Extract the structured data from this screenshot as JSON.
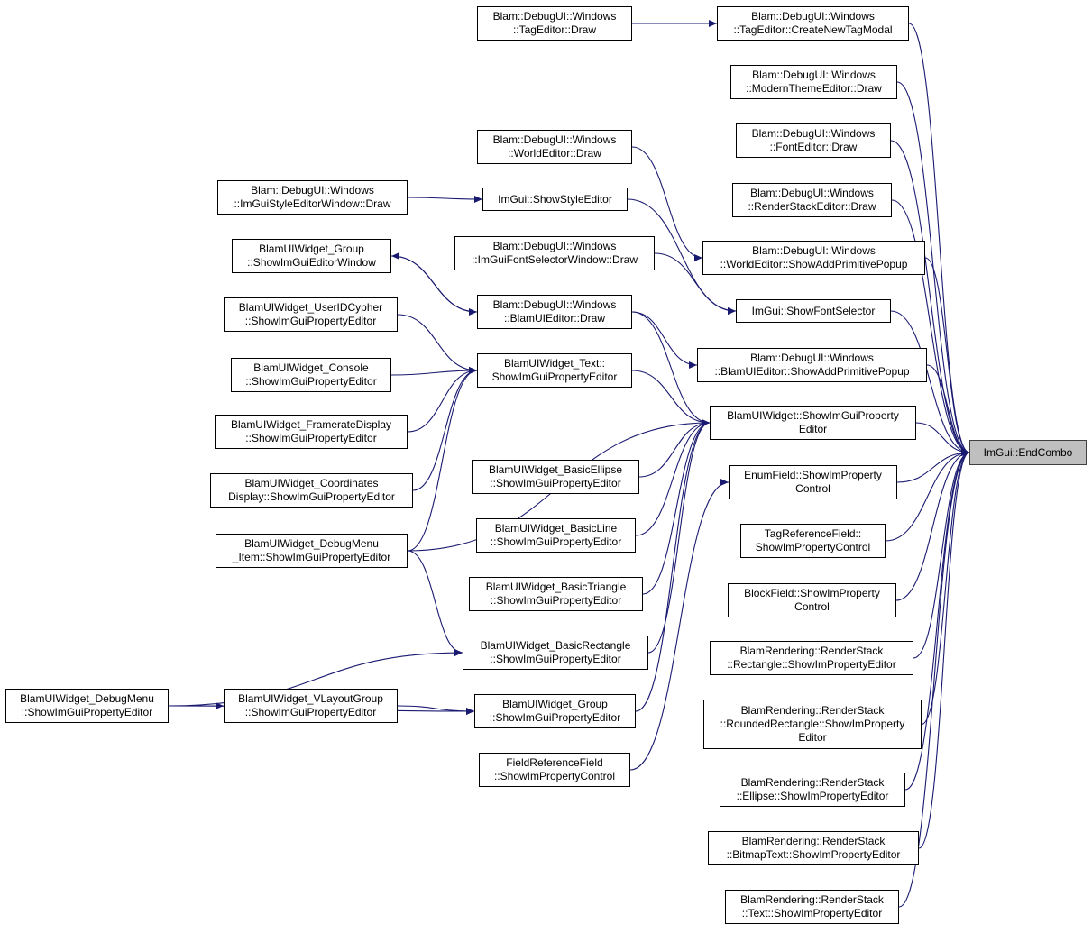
{
  "colors": {
    "edge": "#191970",
    "node_border": "#000000",
    "target_fill": "#bfbfbf"
  },
  "target": {
    "id": "endcombo",
    "lines": [
      "ImGui::EndCombo"
    ]
  },
  "nodes": [
    {
      "id": "tageditor_draw",
      "lines": [
        "Blam::DebugUI::Windows",
        "::TagEditor::Draw"
      ]
    },
    {
      "id": "tageditor_modal",
      "lines": [
        "Blam::DebugUI::Windows",
        "::TagEditor::CreateNewTagModal"
      ]
    },
    {
      "id": "modern_theme",
      "lines": [
        "Blam::DebugUI::Windows",
        "::ModernThemeEditor::Draw"
      ]
    },
    {
      "id": "font_editor",
      "lines": [
        "Blam::DebugUI::Windows",
        "::FontEditor::Draw"
      ]
    },
    {
      "id": "world_editor_draw",
      "lines": [
        "Blam::DebugUI::Windows",
        "::WorldEditor::Draw"
      ]
    },
    {
      "id": "renderstack_editor",
      "lines": [
        "Blam::DebugUI::Windows",
        "::RenderStackEditor::Draw"
      ]
    },
    {
      "id": "imgui_style_window",
      "lines": [
        "Blam::DebugUI::Windows",
        "::ImGuiStyleEditorWindow::Draw"
      ]
    },
    {
      "id": "show_style_editor",
      "lines": [
        "ImGui::ShowStyleEditor"
      ]
    },
    {
      "id": "world_editor_popup",
      "lines": [
        "Blam::DebugUI::Windows",
        "::WorldEditor::ShowAddPrimitivePopup"
      ]
    },
    {
      "id": "group_editor_window",
      "lines": [
        "BlamUIWidget_Group",
        "::ShowImGuiEditorWindow"
      ]
    },
    {
      "id": "font_selector_window",
      "lines": [
        "Blam::DebugUI::Windows",
        "::ImGuiFontSelectorWindow::Draw"
      ]
    },
    {
      "id": "show_font_selector",
      "lines": [
        "ImGui::ShowFontSelector"
      ]
    },
    {
      "id": "userid_cypher",
      "lines": [
        "BlamUIWidget_UserIDCypher",
        "::ShowImGuiPropertyEditor"
      ]
    },
    {
      "id": "blamui_editor_draw",
      "lines": [
        "Blam::DebugUI::Windows",
        "::BlamUIEditor::Draw"
      ]
    },
    {
      "id": "blamui_editor_popup",
      "lines": [
        "Blam::DebugUI::Windows",
        "::BlamUIEditor::ShowAddPrimitivePopup"
      ]
    },
    {
      "id": "console",
      "lines": [
        "BlamUIWidget_Console",
        "::ShowImGuiPropertyEditor"
      ]
    },
    {
      "id": "text",
      "lines": [
        "BlamUIWidget_Text::",
        "ShowImGuiPropertyEditor"
      ]
    },
    {
      "id": "widget_editor",
      "lines": [
        "BlamUIWidget::ShowImGuiProperty",
        "Editor"
      ]
    },
    {
      "id": "framerate",
      "lines": [
        "BlamUIWidget_FramerateDisplay",
        "::ShowImGuiPropertyEditor"
      ]
    },
    {
      "id": "basic_ellipse",
      "lines": [
        "BlamUIWidget_BasicEllipse",
        "::ShowImGuiPropertyEditor"
      ]
    },
    {
      "id": "enumfield",
      "lines": [
        "EnumField::ShowImProperty",
        "Control"
      ]
    },
    {
      "id": "coordinates",
      "lines": [
        "BlamUIWidget_Coordinates",
        "Display::ShowImGuiPropertyEditor"
      ]
    },
    {
      "id": "basic_line",
      "lines": [
        "BlamUIWidget_BasicLine",
        "::ShowImGuiPropertyEditor"
      ]
    },
    {
      "id": "tagreference",
      "lines": [
        "TagReferenceField::",
        "ShowImPropertyControl"
      ]
    },
    {
      "id": "debugmenu_item",
      "lines": [
        "BlamUIWidget_DebugMenu",
        "_Item::ShowImGuiPropertyEditor"
      ]
    },
    {
      "id": "basic_triangle",
      "lines": [
        "BlamUIWidget_BasicTriangle",
        "::ShowImGuiPropertyEditor"
      ]
    },
    {
      "id": "blockfield",
      "lines": [
        "BlockField::ShowImProperty",
        "Control"
      ]
    },
    {
      "id": "basic_rectangle",
      "lines": [
        "BlamUIWidget_BasicRectangle",
        "::ShowImGuiPropertyEditor"
      ]
    },
    {
      "id": "rs_rectangle",
      "lines": [
        "BlamRendering::RenderStack",
        "::Rectangle::ShowImPropertyEditor"
      ]
    },
    {
      "id": "debugmenu",
      "lines": [
        "BlamUIWidget_DebugMenu",
        "::ShowImGuiPropertyEditor"
      ]
    },
    {
      "id": "vlayout_group",
      "lines": [
        "BlamUIWidget_VLayoutGroup",
        "::ShowImGuiPropertyEditor"
      ]
    },
    {
      "id": "group",
      "lines": [
        "BlamUIWidget_Group",
        "::ShowImGuiPropertyEditor"
      ]
    },
    {
      "id": "rs_rounded_rect",
      "lines": [
        "BlamRendering::RenderStack",
        "::RoundedRectangle::ShowImProperty",
        "Editor"
      ]
    },
    {
      "id": "fieldreference",
      "lines": [
        "FieldReferenceField",
        "::ShowImPropertyControl"
      ]
    },
    {
      "id": "rs_ellipse",
      "lines": [
        "BlamRendering::RenderStack",
        "::Ellipse::ShowImPropertyEditor"
      ]
    },
    {
      "id": "rs_bitmaptext",
      "lines": [
        "BlamRendering::RenderStack",
        "::BitmapText::ShowImPropertyEditor"
      ]
    },
    {
      "id": "rs_text",
      "lines": [
        "BlamRendering::RenderStack",
        "::Text::ShowImPropertyEditor"
      ]
    }
  ],
  "edges": [
    [
      "tageditor_draw",
      "tageditor_modal"
    ],
    [
      "tageditor_modal",
      "endcombo"
    ],
    [
      "modern_theme",
      "endcombo"
    ],
    [
      "font_editor",
      "endcombo"
    ],
    [
      "renderstack_editor",
      "endcombo"
    ],
    [
      "world_editor_draw",
      "world_editor_popup"
    ],
    [
      "world_editor_popup",
      "endcombo"
    ],
    [
      "imgui_style_window",
      "show_style_editor"
    ],
    [
      "show_style_editor",
      "show_font_selector"
    ],
    [
      "font_selector_window",
      "show_font_selector"
    ],
    [
      "show_font_selector",
      "endcombo"
    ],
    [
      "blamui_editor_draw",
      "group_editor_window"
    ],
    [
      "group_editor_window",
      "blamui_editor_draw"
    ],
    [
      "blamui_editor_draw",
      "blamui_editor_popup"
    ],
    [
      "blamui_editor_draw",
      "widget_editor"
    ],
    [
      "blamui_editor_popup",
      "endcombo"
    ],
    [
      "widget_editor",
      "endcombo"
    ],
    [
      "enumfield",
      "endcombo"
    ],
    [
      "tagreference",
      "endcombo"
    ],
    [
      "blockfield",
      "endcombo"
    ],
    [
      "rs_rectangle",
      "endcombo"
    ],
    [
      "rs_rounded_rect",
      "endcombo"
    ],
    [
      "rs_ellipse",
      "endcombo"
    ],
    [
      "rs_bitmaptext",
      "endcombo"
    ],
    [
      "rs_text",
      "endcombo"
    ],
    [
      "userid_cypher",
      "text"
    ],
    [
      "console",
      "text"
    ],
    [
      "framerate",
      "text"
    ],
    [
      "coordinates",
      "text"
    ],
    [
      "debugmenu_item",
      "text"
    ],
    [
      "text",
      "widget_editor"
    ],
    [
      "debugmenu_item",
      "widget_editor"
    ],
    [
      "debugmenu_item",
      "basic_rectangle"
    ],
    [
      "basic_ellipse",
      "widget_editor"
    ],
    [
      "basic_line",
      "widget_editor"
    ],
    [
      "basic_triangle",
      "widget_editor"
    ],
    [
      "basic_rectangle",
      "widget_editor"
    ],
    [
      "group",
      "widget_editor"
    ],
    [
      "fieldreference",
      "enumfield"
    ],
    [
      "debugmenu",
      "basic_rectangle"
    ],
    [
      "debugmenu",
      "vlayout_group"
    ],
    [
      "debugmenu",
      "group"
    ],
    [
      "vlayout_group",
      "group"
    ]
  ]
}
